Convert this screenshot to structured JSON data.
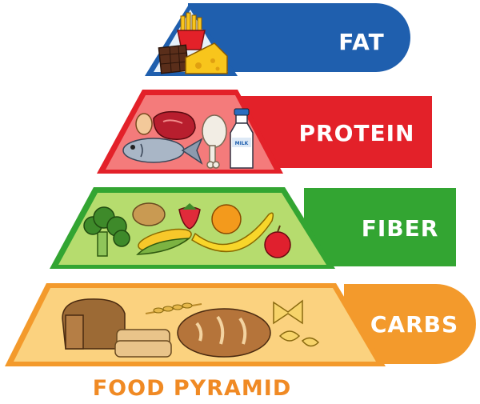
{
  "title": "FOOD PYRAMID",
  "title_color": "#F08A24",
  "tiers": [
    {
      "label": "FAT",
      "color": "#1F5FAE",
      "light": "#E7F1FA",
      "icon": "fries-chocolate-cheese"
    },
    {
      "label": "PROTEIN",
      "color": "#E32129",
      "light": "#F47B7B",
      "icon": "egg-meat-fish-chicken-milk"
    },
    {
      "label": "FIBER",
      "color": "#33A532",
      "light": "#B6DC6E",
      "icon": "broccoli-potato-corn-strawberry-orange-banana-apple"
    },
    {
      "label": "CARBS",
      "color": "#F39A2C",
      "light": "#FBD27F",
      "icon": "bread-loaf-toast-wheat-bun-pasta"
    }
  ],
  "milk_label": "MILK"
}
